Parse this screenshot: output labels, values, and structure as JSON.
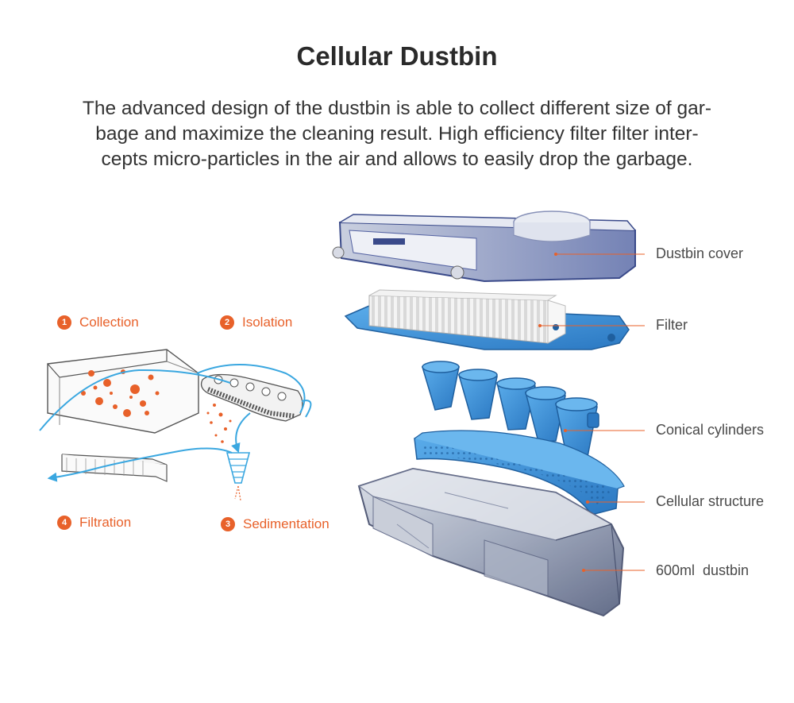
{
  "title": "Cellular Dustbin",
  "intro_lines": [
    "The advanced design of the dustbin is able to collect different size of gar-",
    "bage  and maximize the cleaning result. High efficiency filter filter inter-",
    "cepts micro-particles in the air and allows to easily drop the garbage."
  ],
  "steps": [
    {
      "num": "1",
      "label": "Collection"
    },
    {
      "num": "2",
      "label": "Isolation"
    },
    {
      "num": "3",
      "label": "Sedimentation"
    },
    {
      "num": "4",
      "label": "Filtration"
    }
  ],
  "parts": [
    {
      "label": "Dustbin cover"
    },
    {
      "label": "Filter"
    },
    {
      "label": "Conical cylinders"
    },
    {
      "label": "Cellular structure"
    },
    {
      "label": "600ml  dustbin"
    }
  ],
  "colors": {
    "accent": "#e8612a",
    "flow": "#3aa7e0",
    "part_blue": "#3d8fd6",
    "cover_navy": "#3a4a8a"
  }
}
